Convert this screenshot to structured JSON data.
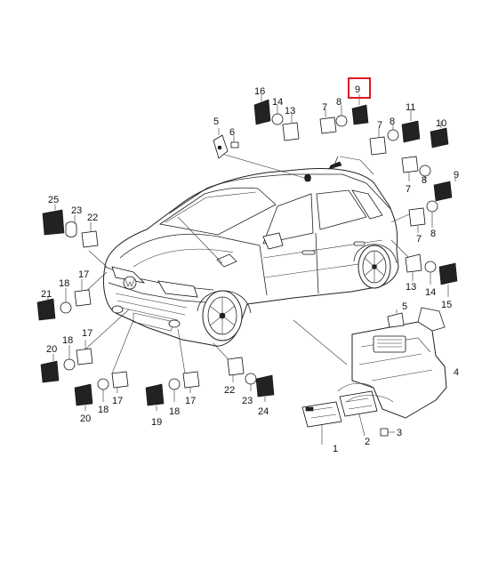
{
  "callouts": {
    "c1": "1",
    "c2": "2",
    "c3": "3",
    "c4": "4",
    "c5": "5",
    "c6": "6",
    "c7a": "7",
    "c7b": "7",
    "c7c": "7",
    "c7d": "7",
    "c8a": "8",
    "c8b": "8",
    "c8c": "8",
    "c9a": "9",
    "c9b": "9",
    "c10": "10",
    "c11": "11",
    "c13a": "13",
    "c13b": "13",
    "c14a": "14",
    "c14b": "14",
    "c15": "15",
    "c16": "16",
    "c17a": "17",
    "c17b": "17",
    "c17c": "17",
    "c17d": "17",
    "c18a": "18",
    "c18b": "18",
    "c18c": "18",
    "c18d": "18",
    "c19": "19",
    "c20a": "20",
    "c20b": "20",
    "c21": "21",
    "c22a": "22",
    "c22b": "22",
    "c23a": "23",
    "c23b": "23",
    "c24": "24",
    "c25": "25"
  },
  "highlight": {
    "color": "#e0191f"
  }
}
